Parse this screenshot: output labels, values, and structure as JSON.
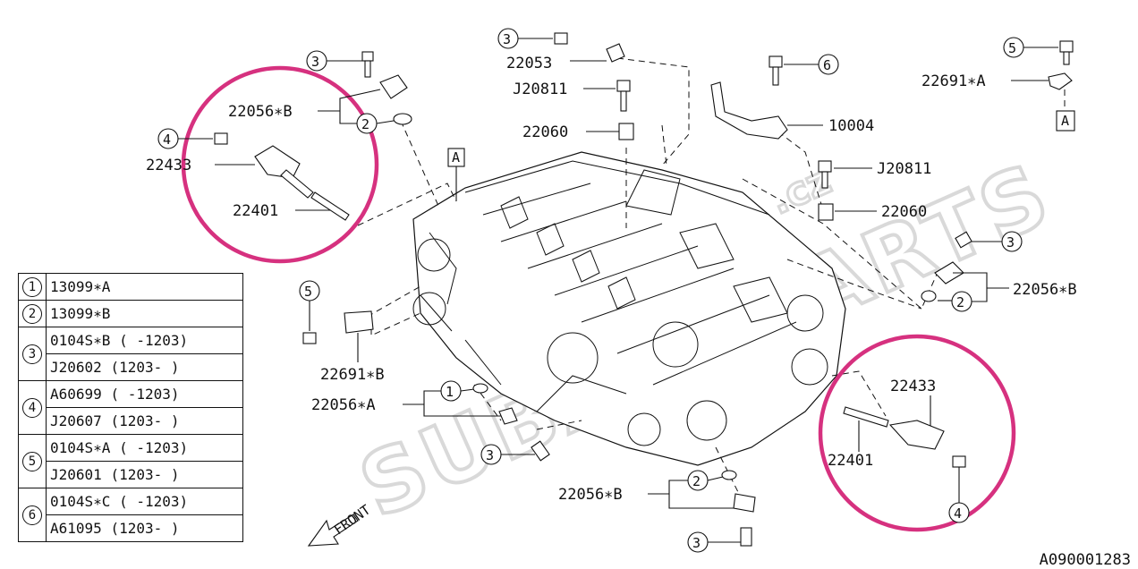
{
  "watermark": {
    "text": "SUBARUPARTS",
    "domain": ".cz"
  },
  "labels": {
    "c3_top_left": "3",
    "p22056b_top": "22056∗B",
    "c2_top": "2",
    "c4_left": "4",
    "p22433_left": "22433",
    "p22401_left": "22401",
    "c3_top_mid": "3",
    "p22053": "22053",
    "pJ20811_top": "J20811",
    "p22060_top": "22060",
    "box_a_mid": "A",
    "c6": "6",
    "p10004": "10004",
    "pJ20811_right": "J20811",
    "p22060_right": "22060",
    "c5_top_right": "5",
    "p22691a": "22691∗A",
    "box_a_right": "A",
    "c3_right": "3",
    "c2_right": "2",
    "p22056b_right": "22056∗B",
    "c5_left": "5",
    "p22691b": "22691∗B",
    "c1": "1",
    "p22056a": "22056∗A",
    "c3_bottom_left": "3",
    "p22433_right": "22433",
    "p22401_right": "22401",
    "c4_right": "4",
    "c2_bottom": "2",
    "p22056b_bottom": "22056∗B",
    "c3_bottom": "3",
    "front": "FRONT"
  },
  "legend": [
    {
      "idx": "1",
      "part": "13099∗A",
      "range": ""
    },
    {
      "idx": "2",
      "part": "13099∗B",
      "range": ""
    },
    {
      "idx": "3",
      "part": "0104S∗B",
      "range": "( -1203)"
    },
    {
      "idx": "",
      "part": "J20602",
      "range": "(1203- )"
    },
    {
      "idx": "4",
      "part": "A60699",
      "range": "( -1203)"
    },
    {
      "idx": "",
      "part": "J20607",
      "range": "(1203- )"
    },
    {
      "idx": "5",
      "part": "0104S∗A",
      "range": "( -1203)"
    },
    {
      "idx": "",
      "part": "J20601",
      "range": "(1203- )"
    },
    {
      "idx": "6",
      "part": "0104S∗C",
      "range": "( -1203)"
    },
    {
      "idx": "",
      "part": "A61095",
      "range": "(1203- )"
    }
  ],
  "reference": "A090001283",
  "colors": {
    "highlight": "#d6317f",
    "line": "#111111",
    "watermark": "#d9d9d9"
  }
}
